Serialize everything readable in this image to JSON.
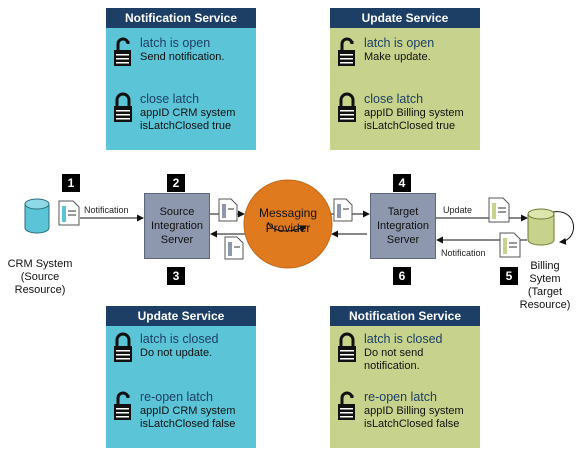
{
  "top_left": {
    "title": "Notification Service",
    "r1_head": "latch is open",
    "r1_line1": "Send notification.",
    "r1_line2": "",
    "r2_head": "close latch",
    "r2_line1": "appID CRM system",
    "r2_line2": "isLatchClosed true"
  },
  "top_right": {
    "title": "Update Service",
    "r1_head": "latch is open",
    "r1_line1": "Make update.",
    "r1_line2": "",
    "r2_head": "close latch",
    "r2_line1": "appID Billing system",
    "r2_line2": "isLatchClosed true"
  },
  "bottom_left": {
    "title": "Update Service",
    "r1_head": "latch is closed",
    "r1_line1": "Do not update.",
    "r1_line2": "",
    "r2_head": "re-open latch",
    "r2_line1": "appID CRM system",
    "r2_line2": "isLatchClosed false"
  },
  "bottom_right": {
    "title": "Notification Service",
    "r1_head": "latch is closed",
    "r1_line1": "Do not send",
    "r1_line2": "notification.",
    "r2_head": "re-open latch",
    "r2_line1": "appID Billing system",
    "r2_line2": "isLatchClosed false"
  },
  "source_server": {
    "line1": "Source",
    "line2": "Integration",
    "line3": "Server"
  },
  "target_server": {
    "line1": "Target",
    "line2": "Integration",
    "line3": "Server"
  },
  "hub": {
    "line1": "Messaging",
    "line2": "Provider"
  },
  "crm": {
    "line1": "CRM System",
    "line2": "(Source",
    "line3": "Resource)"
  },
  "billing": {
    "line1": "Billing",
    "line2": "Sytem",
    "line3": "(Target",
    "line4": "Resource)"
  },
  "steps": [
    "1",
    "2",
    "3",
    "4",
    "5",
    "6"
  ],
  "flow_labels": {
    "notification_left": "Notification",
    "update": "Update",
    "notification_right": "Notification"
  },
  "colors": {
    "cyan_panel": "#5bc4d6",
    "green_panel": "#c7d38c",
    "title_bar": "#1d3f66",
    "hub": "#e07a1f",
    "server": "#8d97ad"
  },
  "icons": {
    "open": "unlocked-padlock-icon",
    "closed": "locked-padlock-icon",
    "database": "database-cylinder-icon",
    "document": "document-icon"
  }
}
